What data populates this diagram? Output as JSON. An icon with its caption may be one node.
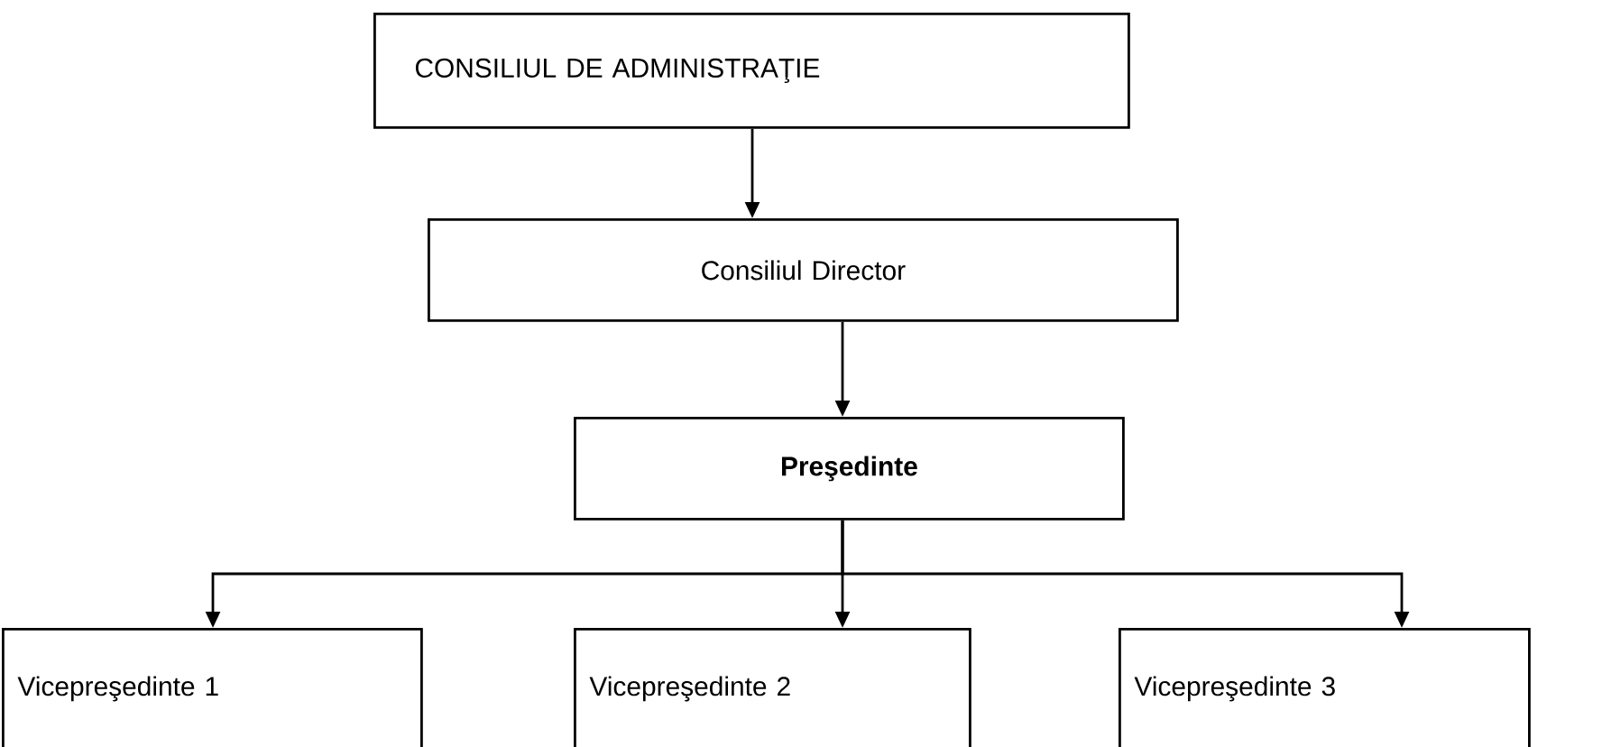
{
  "diagram": {
    "nodes": [
      {
        "text": [
          "CONSILIUL DE ADMINISTRAŢIE"
        ]
      },
      {
        "text": [
          "Consiliul Director"
        ]
      },
      {
        "text": [
          "Preşedinte"
        ]
      },
      {
        "text": [
          "Vicepreşedinte 1"
        ]
      },
      {
        "text": [
          "Vicepreşedinte 2"
        ]
      },
      {
        "text": [
          "Vicepreşedinte 3"
        ]
      }
    ],
    "edges": [
      {
        "from": 0,
        "to": 1,
        "arrow": "to"
      },
      {
        "from": 1,
        "to": 2,
        "arrow": "to"
      },
      {
        "from": 2,
        "to": 3,
        "arrow": "to"
      },
      {
        "from": 2,
        "to": 4,
        "arrow": "to"
      },
      {
        "from": 2,
        "to": 5,
        "arrow": "to"
      }
    ]
  }
}
